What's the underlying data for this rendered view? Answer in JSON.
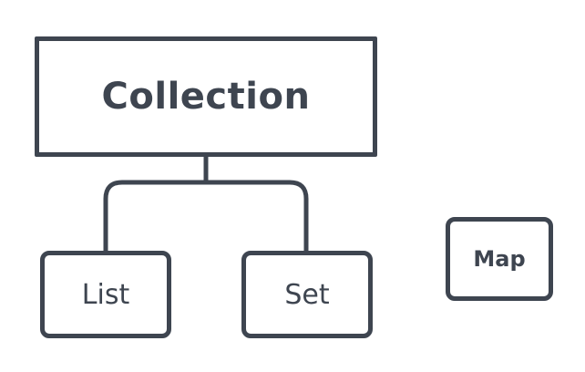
{
  "diagram": {
    "root": {
      "label": "Collection"
    },
    "children": [
      {
        "label": "List"
      },
      {
        "label": "Set"
      }
    ],
    "standalone": {
      "label": "Map"
    }
  },
  "colors": {
    "stroke": "#3e4550",
    "background": "#ffffff"
  }
}
